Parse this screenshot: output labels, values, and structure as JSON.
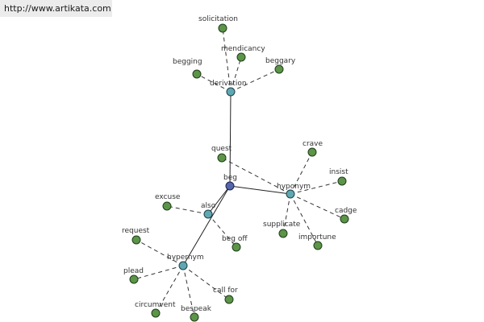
{
  "banner": {
    "url": "http://www.artikata.com"
  },
  "graph": {
    "root": {
      "id": "beg",
      "label": "beg"
    },
    "relations": [
      {
        "id": "derivation",
        "label": "derivation",
        "words": [
          {
            "id": "solicitation",
            "label": "solicitation"
          },
          {
            "id": "mendicancy",
            "label": "mendicancy"
          },
          {
            "id": "begging",
            "label": "begging"
          },
          {
            "id": "beggary",
            "label": "beggary"
          }
        ]
      },
      {
        "id": "hyponym",
        "label": "hyponym",
        "words": [
          {
            "id": "quest",
            "label": "quest"
          },
          {
            "id": "crave",
            "label": "crave"
          },
          {
            "id": "insist",
            "label": "insist"
          },
          {
            "id": "cadge",
            "label": "cadge"
          },
          {
            "id": "importune",
            "label": "importune"
          },
          {
            "id": "supplicate",
            "label": "supplicate"
          }
        ]
      },
      {
        "id": "also",
        "label": "also",
        "words": [
          {
            "id": "excuse",
            "label": "excuse"
          },
          {
            "id": "beg-off",
            "label": "beg off"
          }
        ]
      },
      {
        "id": "hypernym",
        "label": "hypernym",
        "words": [
          {
            "id": "request",
            "label": "request"
          },
          {
            "id": "plead",
            "label": "plead"
          },
          {
            "id": "circumvent",
            "label": "circumvent"
          },
          {
            "id": "bespeak",
            "label": "bespeak"
          },
          {
            "id": "call-for",
            "label": "call for"
          }
        ]
      }
    ]
  }
}
